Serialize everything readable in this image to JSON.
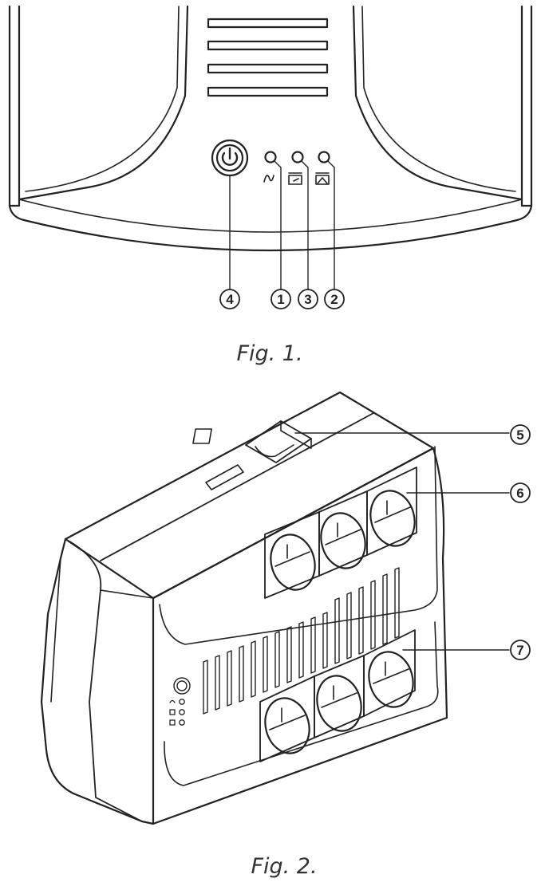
{
  "figures": [
    {
      "caption": "Fig. 1.",
      "callouts": [
        "4",
        "1",
        "3",
        "2"
      ]
    },
    {
      "caption": "Fig. 2.",
      "callouts": [
        "5",
        "6",
        "7"
      ]
    }
  ],
  "icons": {
    "power": "power-button-icon",
    "mains": "ac-mains-icon",
    "battery": "battery-icon",
    "fault": "battery-fault-icon"
  },
  "colors": {
    "line": "#222222",
    "background": "#ffffff"
  }
}
